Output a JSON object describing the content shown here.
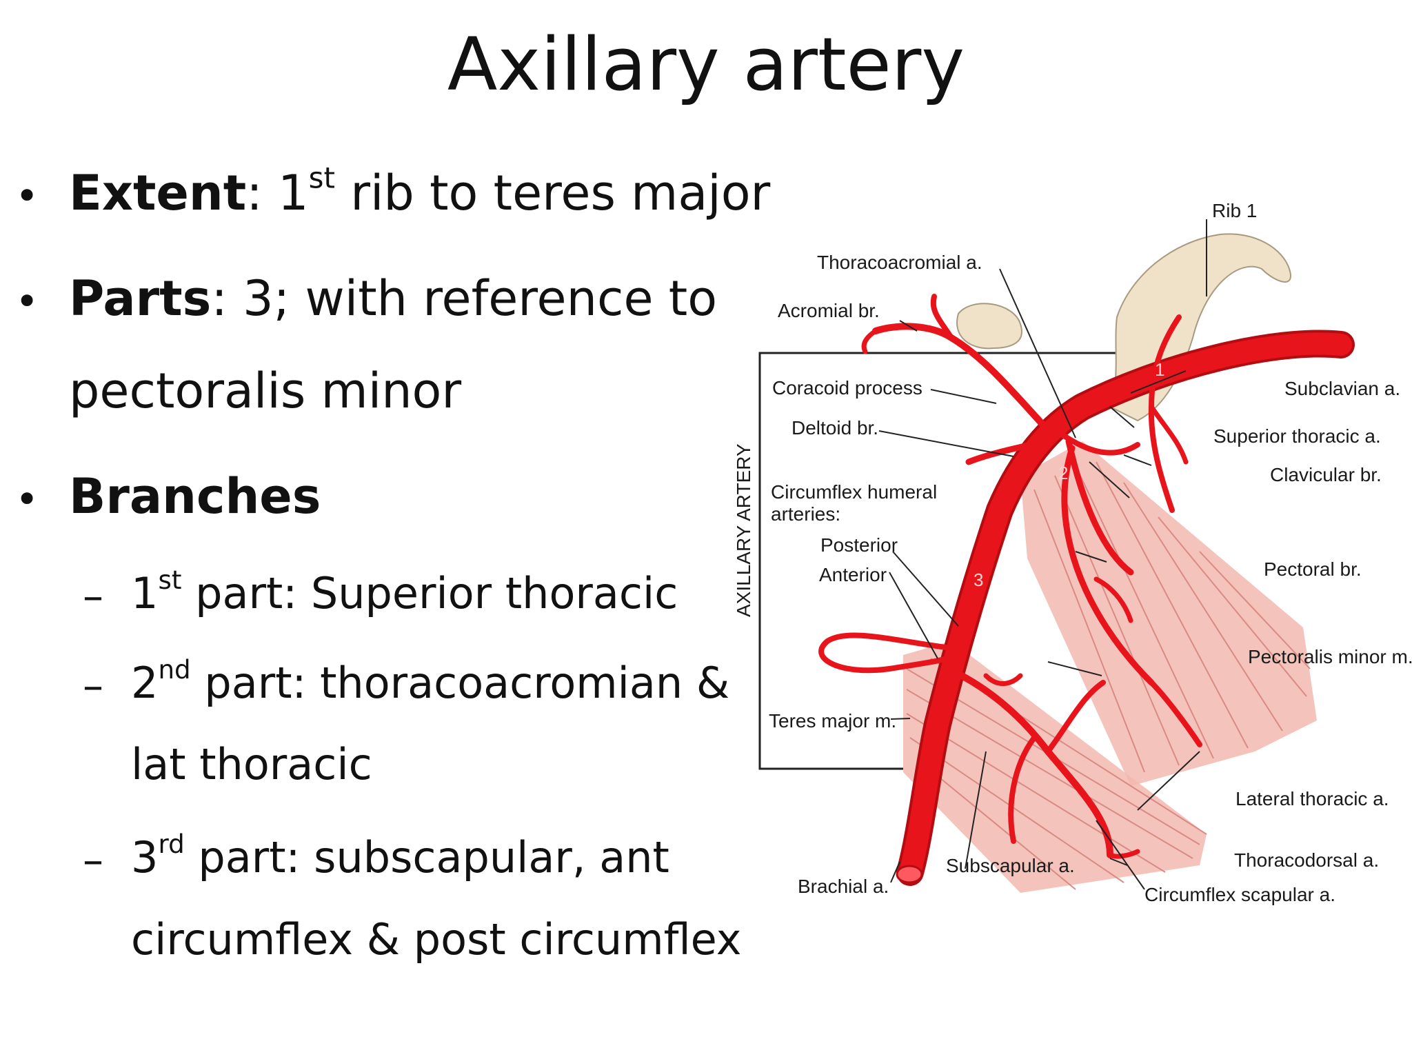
{
  "slide": {
    "title": "Axillary artery",
    "bullets": [
      {
        "label": "Extent",
        "pre": ": 1",
        "sup": "st",
        "post": " rib to teres major"
      },
      {
        "label": "Parts",
        "line1": ": 3; with reference to",
        "line2": "pectoralis minor"
      },
      {
        "label": "Branches"
      }
    ],
    "sub_bullets": [
      {
        "pre": "1",
        "sup": "st",
        "post": " part: Superior thoracic"
      },
      {
        "pre": "2",
        "sup": "nd",
        "post": " part: thoracoacromian  &",
        "line2": "lat thoracic"
      },
      {
        "pre": "3",
        "sup": "rd",
        "post": " part: subscapular, ant",
        "line2": "circumflex & post circumflex"
      }
    ],
    "dash": "–",
    "bullet_char": "•"
  },
  "figure": {
    "labels": {
      "rib1": "Rib 1",
      "thoracoacromial": "Thoracoacromial a.",
      "acromial": "Acromial br.",
      "coracoid": "Coracoid process",
      "deltoid": "Deltoid br.",
      "circumflex_humeral_1": "Circumflex humeral",
      "circumflex_humeral_2": "arteries:",
      "posterior": "Posterior",
      "anterior": "Anterior",
      "teres_major": "Teres major m.",
      "brachial": "Brachial a.",
      "subscapular": "Subscapular a.",
      "circumflex_scapular": "Circumflex scapular a.",
      "thoracodorsal": "Thoracodorsal a.",
      "lateral_thoracic": "Lateral thoracic a.",
      "pectoralis_minor": "Pectoralis minor m.",
      "pectoral_br": "Pectoral br.",
      "clavicular": "Clavicular br.",
      "superior_thoracic": "Superior thoracic a.",
      "subclavian": "Subclavian a.",
      "axillary_artery": "AXILLARY ARTERY",
      "part1": "1",
      "part2": "2",
      "part3": "3"
    },
    "colors": {
      "artery": "#e8141c",
      "artery_dark": "#b30d12",
      "bone": "#efe2c8",
      "muscle": "#f2b8b0",
      "muscle_line": "#d98a82"
    }
  }
}
